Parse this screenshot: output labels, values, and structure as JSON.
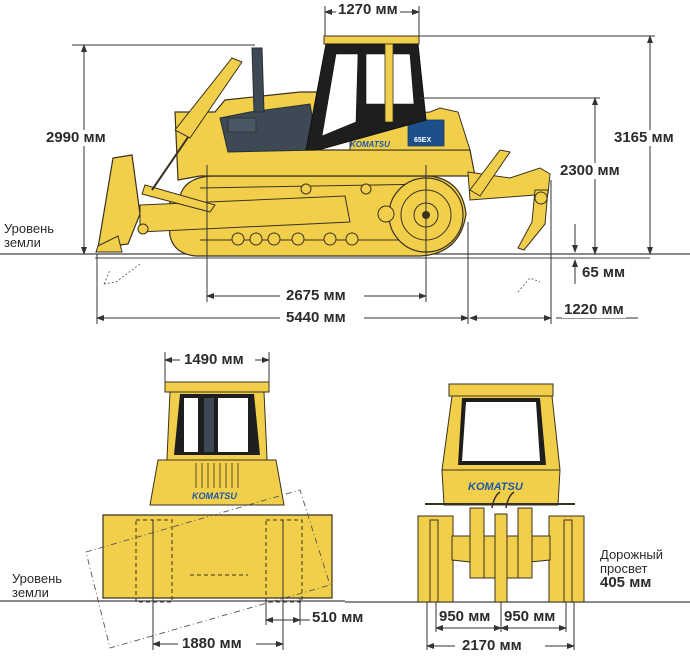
{
  "diagram": {
    "subject": "Komatsu crawler bulldozer with ripper — dimensions",
    "brand_logo": "KOMATSU",
    "model_badge": "65EX",
    "colors": {
      "machine_yellow": "#f2cf4a",
      "outline": "#3a3220",
      "cab_glass_dark": "#1e1e1e",
      "engine_hood_grey": "#3d4a55",
      "logo_blue": "#1d57a8",
      "dimension_line": "#333333"
    }
  },
  "side_view": {
    "ground_label_line1": "Уровень",
    "ground_label_line2": "земли",
    "dimensions": {
      "cab_width_top": "1270 мм",
      "height_exhaust": "2990 мм",
      "height_cab": "3165 мм",
      "height_hood": "2300 мм",
      "ripper_depth": "65 мм",
      "track_length": "2675 мм",
      "overall_length": "5440 мм",
      "ripper_length": "1220 мм"
    }
  },
  "front_view": {
    "ground_label_line1": "Уровень",
    "ground_label_line2": "земли",
    "dimensions": {
      "cab_width": "1490 мм",
      "track_gauge": "1880 мм",
      "shoe_width": "510 мм"
    }
  },
  "rear_view": {
    "clearance_label_line1": "Дорожный",
    "clearance_label_line2": "просвет",
    "clearance_value": "405 мм",
    "dimensions": {
      "shank_spacing_left": "950 мм",
      "shank_spacing_right": "950 мм",
      "overall_width": "2170 мм"
    }
  }
}
